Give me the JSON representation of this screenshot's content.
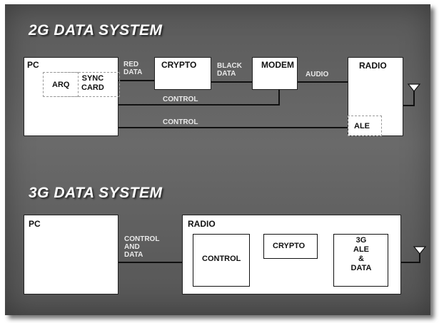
{
  "sys2g": {
    "title": "2G DATA SYSTEM",
    "pc": "PC",
    "arq": "ARQ",
    "sync_card": "SYNC\nCARD",
    "red_data": "RED\nDATA",
    "crypto": "CRYPTO",
    "black_data": "BLACK\nDATA",
    "modem": "MODEM",
    "audio": "AUDIO",
    "radio": "RADIO",
    "control_1": "CONTROL",
    "control_2": "CONTROL",
    "ale": "ALE"
  },
  "sys3g": {
    "title": "3G DATA SYSTEM",
    "pc": "PC",
    "control_and_data": "CONTROL\nAND\nDATA",
    "radio": "RADIO",
    "control": "CONTROL",
    "crypto": "CRYPTO",
    "ale_data": "3G\nALE\n&\nDATA"
  }
}
